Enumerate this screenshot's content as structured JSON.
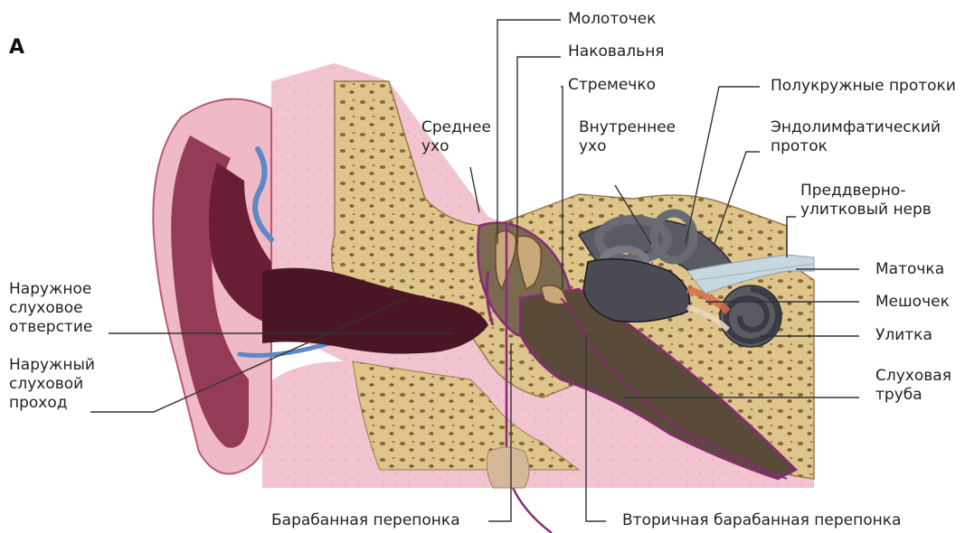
{
  "figure": {
    "panel_letter": "A"
  },
  "labels": {
    "malleus": "Молоточек",
    "incus": "Наковальня",
    "stapes": "Стремечко",
    "middle_ear": "Среднее\nухо",
    "inner_ear": "Внутреннее\nухо",
    "semicircular_ducts": "Полукружные протоки",
    "endolymphatic_duct": "Эндолимфатический\nпроток",
    "vestibulocochlear_nerve": "Преддверно-\nулитковый нерв",
    "utricle": "Маточка",
    "saccule": "Мешочек",
    "cochlea": "Улитка",
    "auditory_tube": "Слуховая\nтруба",
    "external_auditory_opening": "Наружное\nслуховое\nотверстие",
    "external_auditory_canal": "Наружный\nслуховой\nпроход",
    "tympanic_membrane": "Барабанная перепонка",
    "secondary_tympanic_membrane": "Вторичная барабанная перепонка"
  },
  "colors": {
    "skin": "#f0b9c6",
    "skin_dark": "#e89aab",
    "auricle_dark": "#8a2f4a",
    "canal": "#4a1626",
    "bone": "#ddc58c",
    "bone_spot": "#8a6a3a",
    "cavity": "#5a4a3a",
    "vein_blue": "#5a8ac8",
    "membrane_purple": "#8a2a7a",
    "nerve": "#c8d8e0",
    "leader": "#333333",
    "text": "#222222"
  }
}
